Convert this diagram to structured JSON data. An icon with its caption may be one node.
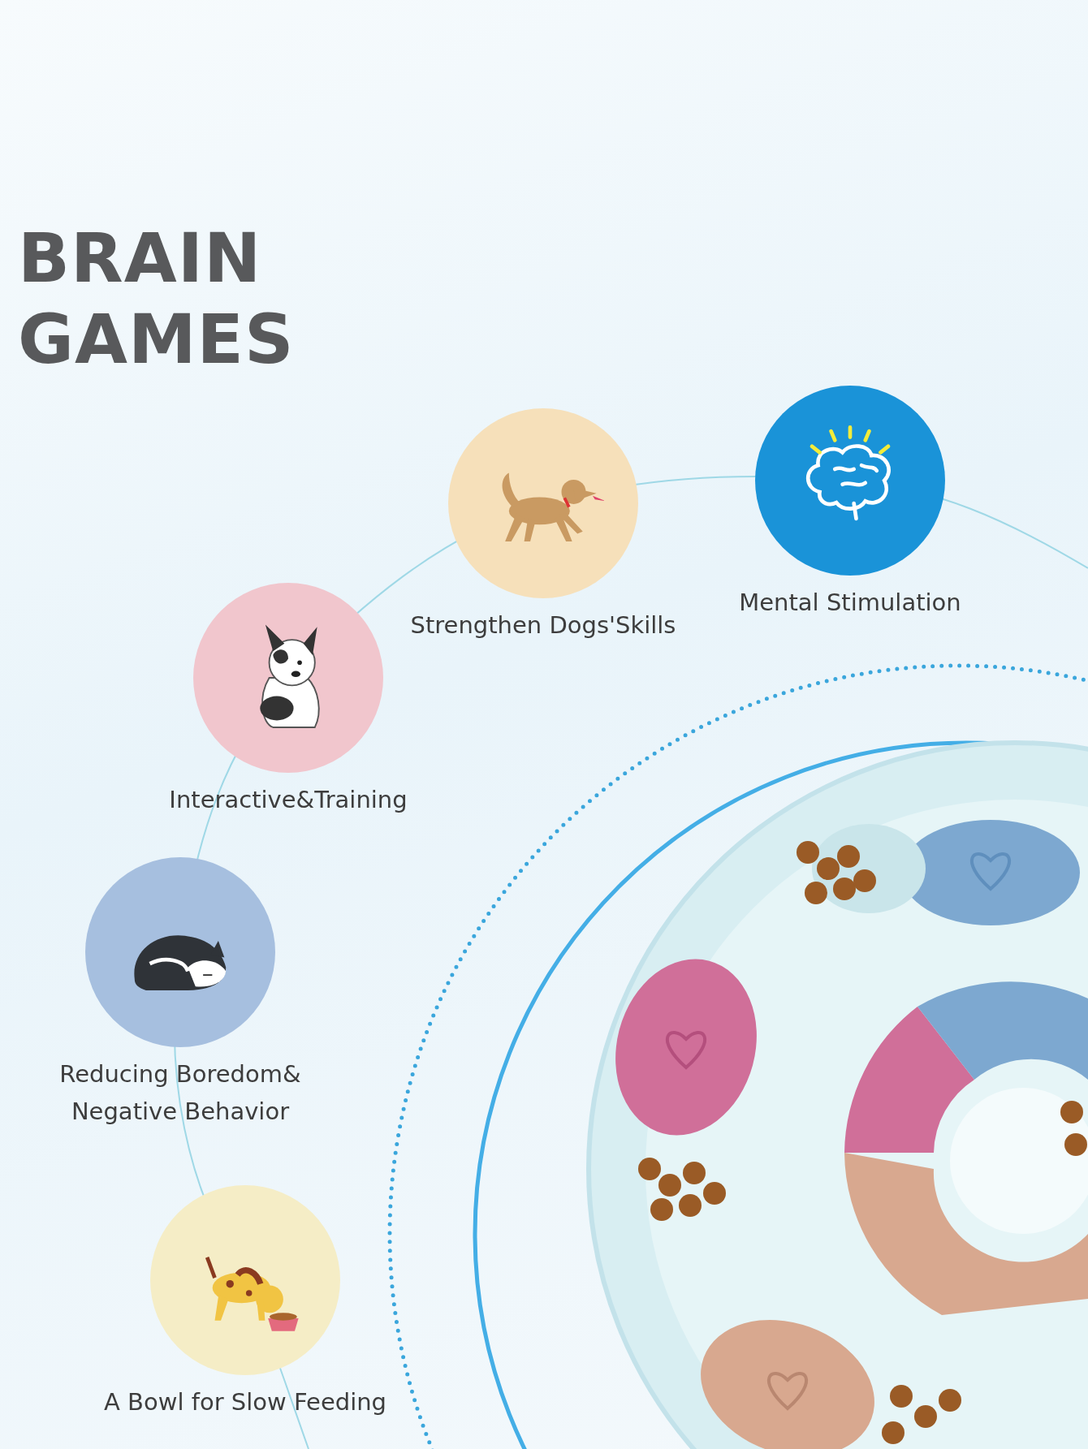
{
  "diagram": {
    "title": "BRAIN GAMES",
    "nodes": [
      {
        "text": [
          "Mental Stimulation"
        ]
      },
      {
        "text": [
          "Strengthen Dogs'Skills"
        ]
      },
      {
        "text": [
          "Interactive&Training"
        ]
      },
      {
        "text": [
          "Reducing Boredom& Negative Behavior"
        ]
      },
      {
        "text": [
          "A Bowl for Slow Feeding"
        ]
      }
    ]
  }
}
